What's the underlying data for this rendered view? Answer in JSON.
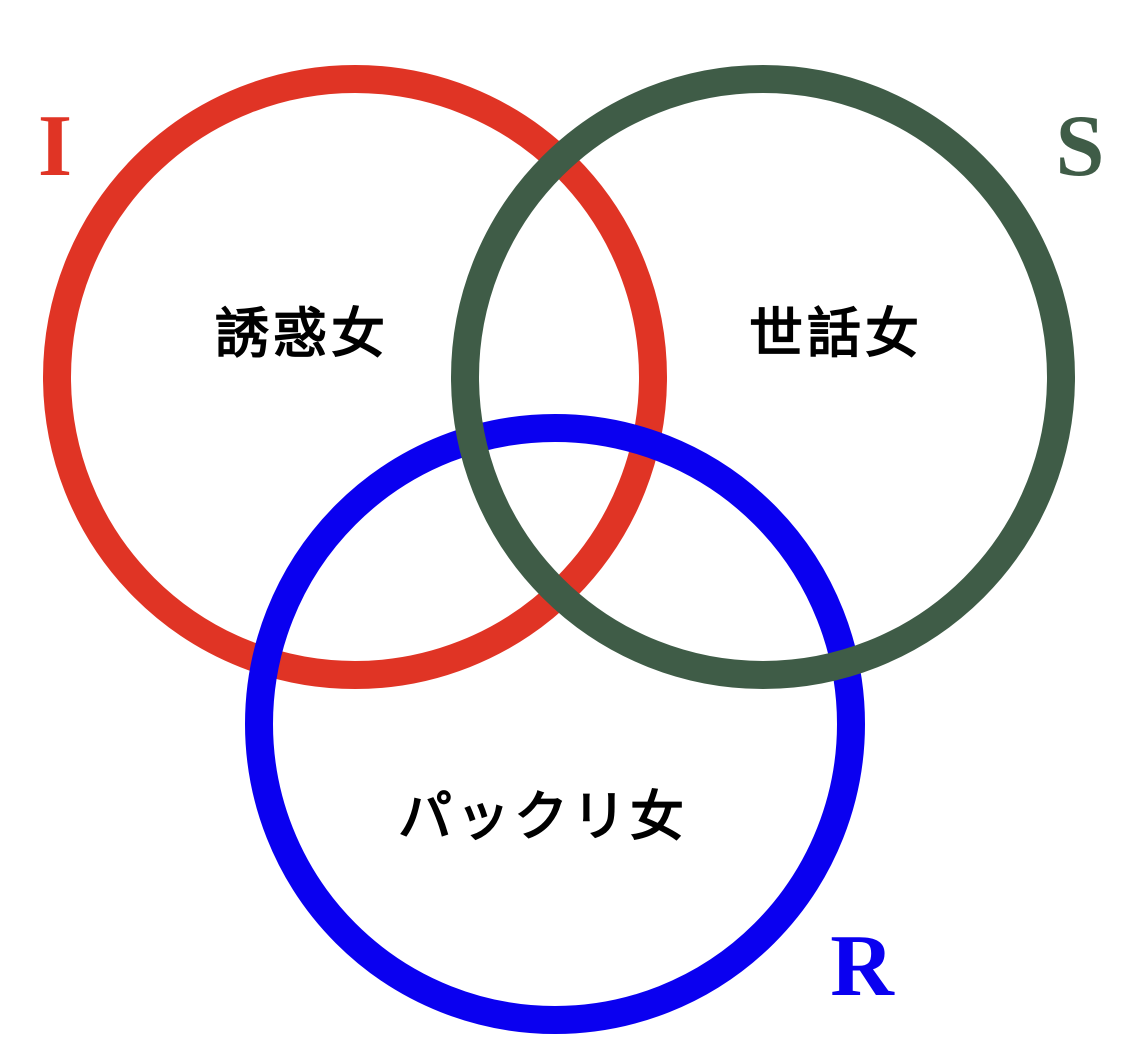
{
  "diagram": {
    "circles": [
      {
        "id": "I",
        "letter": "I",
        "label": "誘惑女",
        "color": "#e03425"
      },
      {
        "id": "S",
        "letter": "S",
        "label": "世話女",
        "color": "#3f5c47"
      },
      {
        "id": "R",
        "letter": "R",
        "label": "パックリ女",
        "color": "#0a00f0"
      }
    ]
  }
}
